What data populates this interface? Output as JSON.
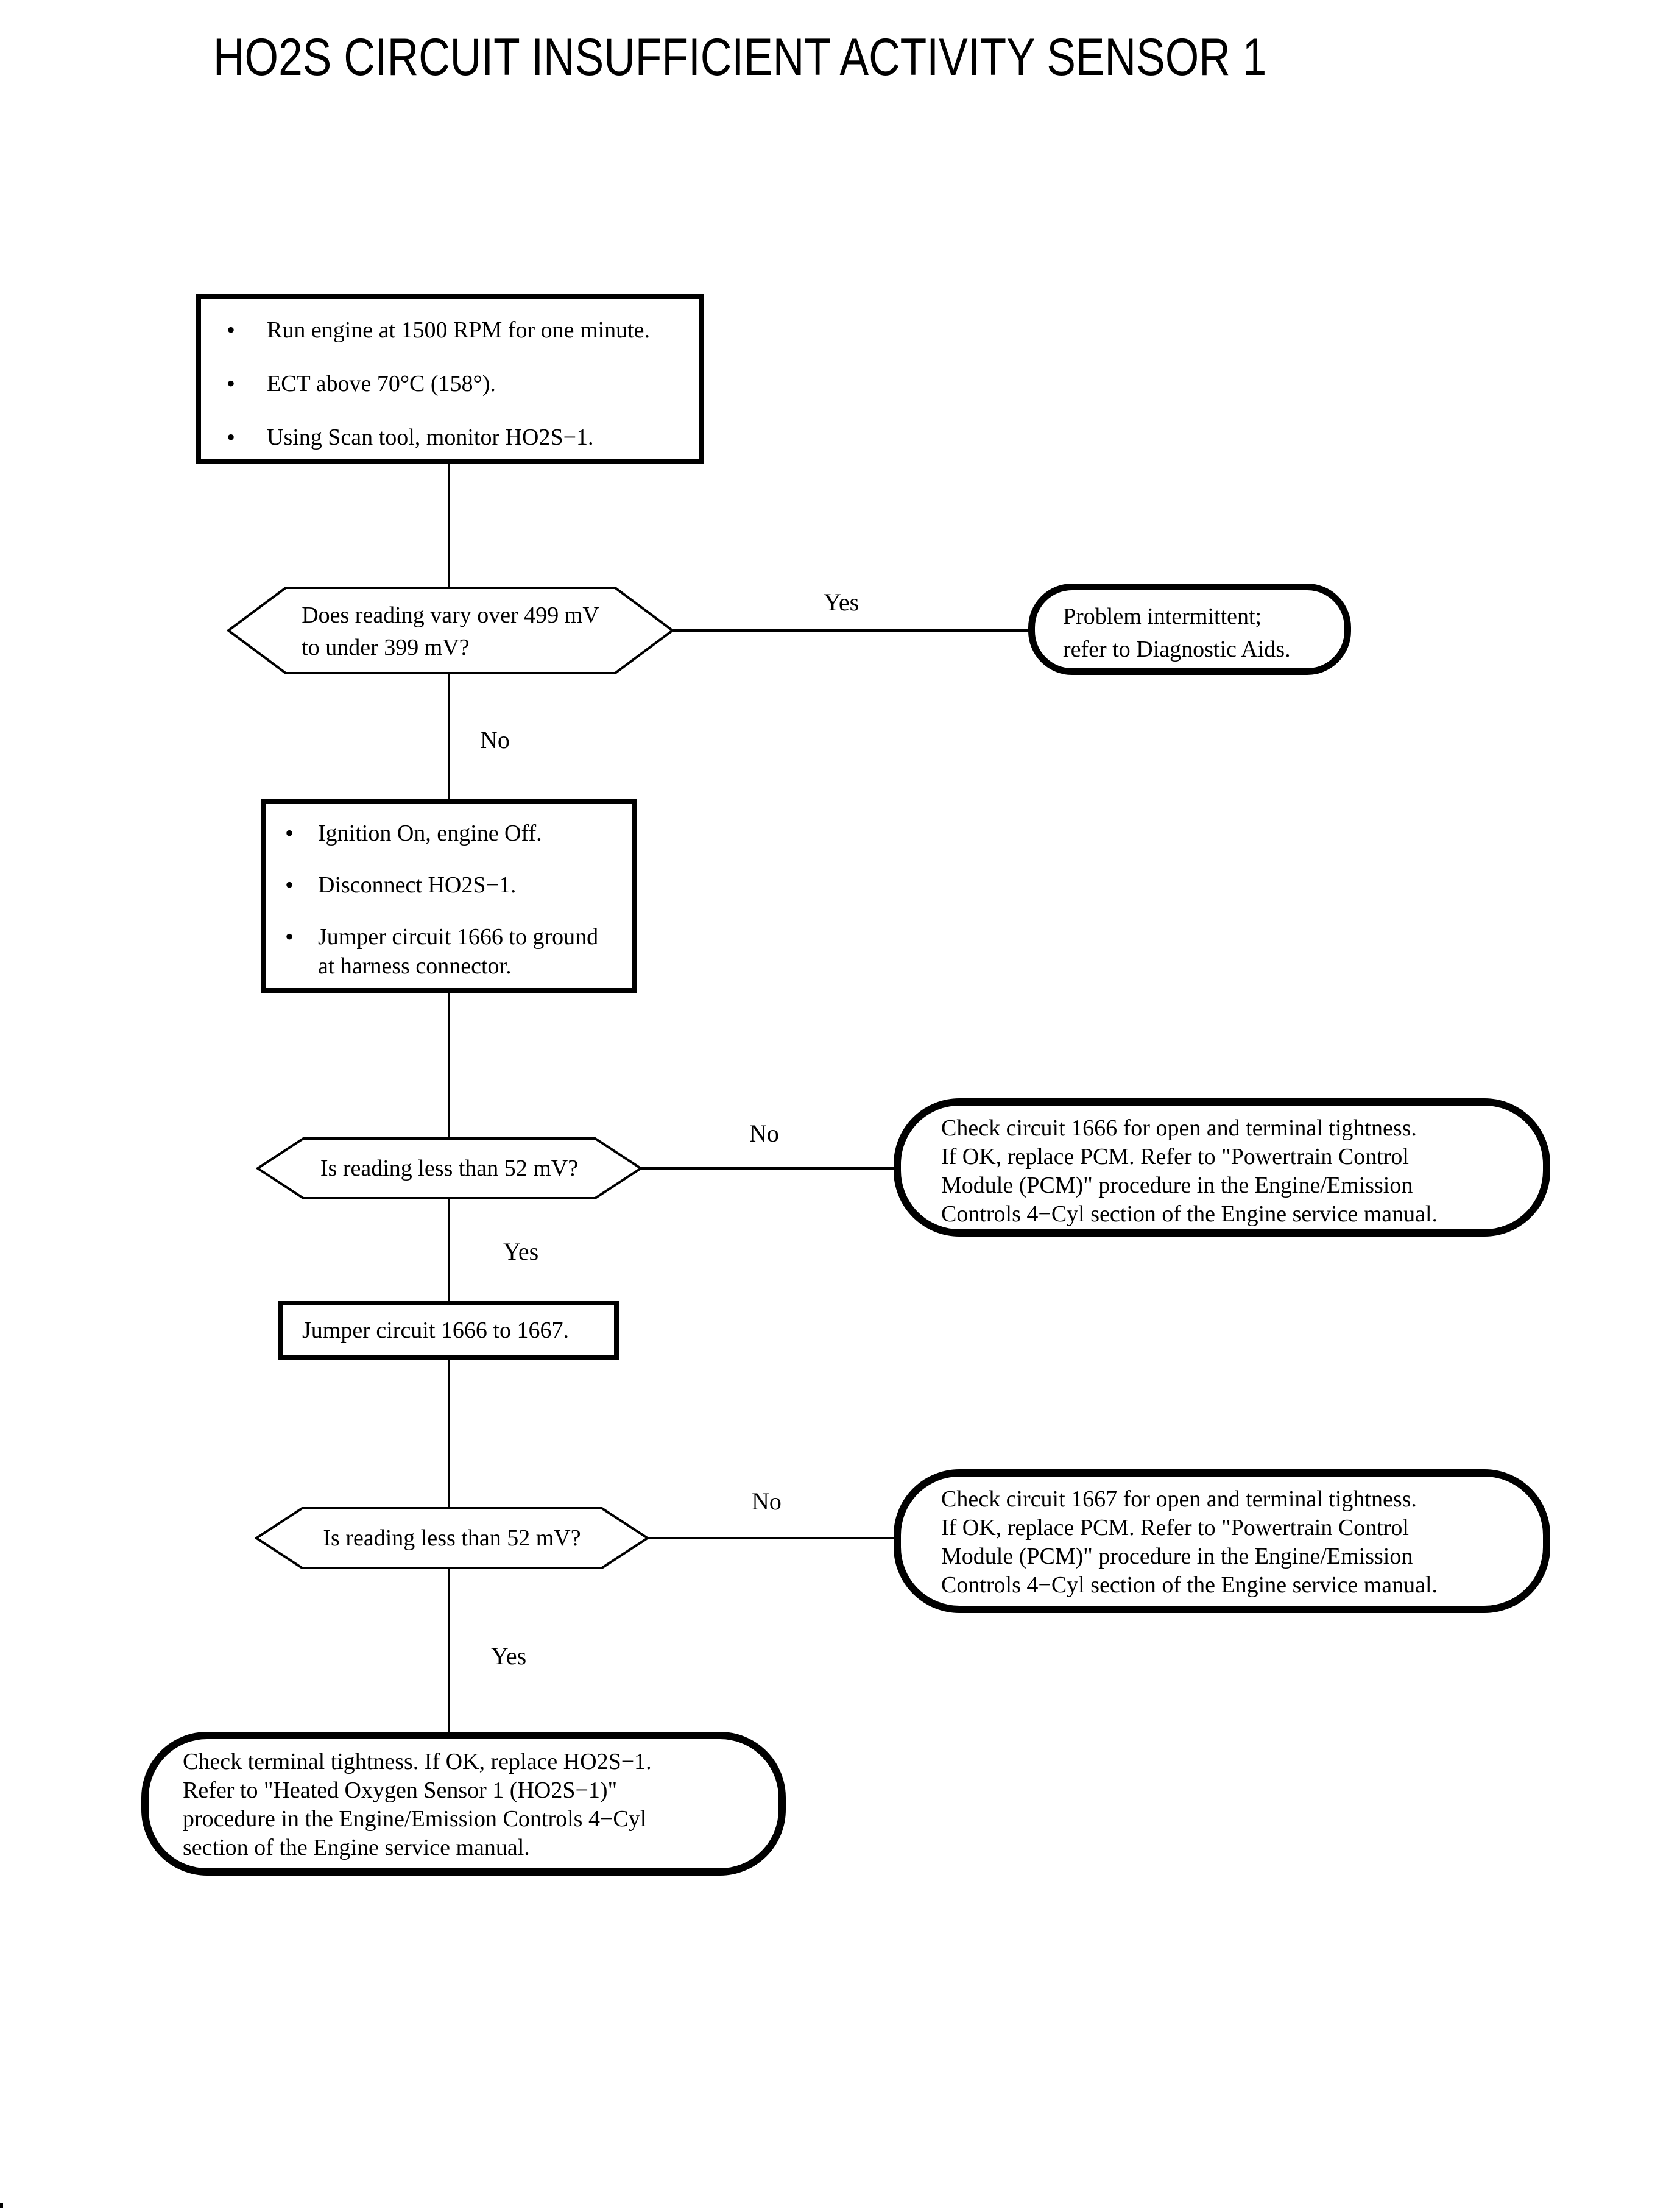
{
  "title": "HO2S CIRCUIT INSUFFICIENT ACTIVITY SENSOR 1",
  "colors": {
    "ink": "#000000",
    "paper": "#ffffff"
  },
  "labels": {
    "yes": "Yes",
    "no": "No"
  },
  "nodes": {
    "prep": {
      "bullets": [
        "Run engine at 1500 RPM for one minute.",
        "ECT above 70°C (158°).",
        "Using Scan tool, monitor HO2S−1."
      ]
    },
    "decision_vary": {
      "lines": [
        "Does reading vary over 499 mV",
        "to under 399 mV?"
      ]
    },
    "intermittent": {
      "lines": [
        "Problem intermittent;",
        "refer to Diagnostic Aids."
      ]
    },
    "setup": {
      "bullets": [
        "Ignition On, engine Off.",
        "Disconnect HO2S−1.",
        [
          "Jumper circuit 1666 to ground",
          "at harness connector."
        ]
      ]
    },
    "decision_52a": {
      "text": "Is reading less than 52 mV?"
    },
    "check_1666": {
      "lines": [
        "Check circuit 1666 for open and terminal tightness.",
        "If OK, replace PCM. Refer to \"Powertrain Control",
        "Module (PCM)\" procedure in the Engine/Emission",
        "Controls 4−Cyl section of the Engine service manual."
      ]
    },
    "jumper": {
      "text": "Jumper circuit 1666 to 1667."
    },
    "decision_52b": {
      "text": "Is reading less than 52 mV?"
    },
    "check_1667": {
      "lines": [
        "Check circuit 1667 for open and terminal tightness.",
        "If OK, replace PCM. Refer to \"Powertrain Control",
        "Module (PCM)\" procedure in the Engine/Emission",
        "Controls 4−Cyl section of the Engine service manual."
      ]
    },
    "replace_ho2s": {
      "lines": [
        "Check terminal tightness. If OK, replace HO2S−1.",
        "Refer to \"Heated Oxygen Sensor 1 (HO2S−1)\"",
        "procedure in the Engine/Emission Controls 4−Cyl",
        "section of the Engine service manual."
      ]
    }
  }
}
